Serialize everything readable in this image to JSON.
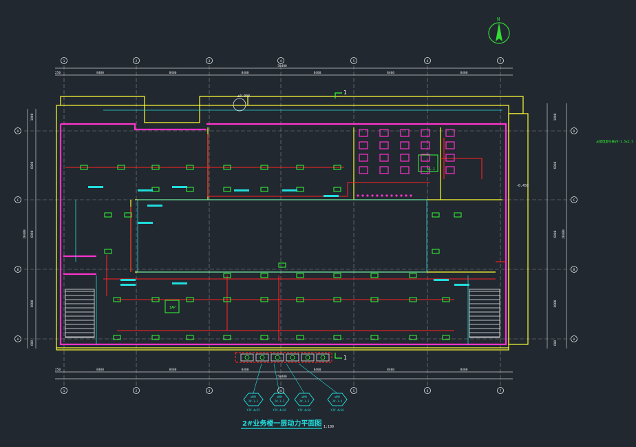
{
  "drawing": {
    "title": "2#业务楼一层动力平面图",
    "scale_note": "1:100",
    "north_label": "N",
    "section_mark": "1",
    "side_note": "从配电室引来VV-1.5x2.5",
    "colors": {
      "background": "#212830",
      "wall": "#ffff33",
      "power_line": "#ff2222",
      "pink": "#ff33cc",
      "green": "#33ff33",
      "cyan": "#22dddd",
      "white": "#e8e8e8",
      "north_green": "#33dd33"
    }
  },
  "axes": {
    "top": [
      "1",
      "2",
      "3",
      "4",
      "5",
      "6",
      "7"
    ],
    "side": [
      "A",
      "B",
      "C",
      "D"
    ]
  },
  "dims": {
    "top_spans": [
      "8400",
      "8400",
      "8400",
      "8400",
      "8400",
      "8400"
    ],
    "top_total": "50400",
    "top_edge": "250",
    "bottom_spans": [
      "8400",
      "8400",
      "8400",
      "8400",
      "8400",
      "8400"
    ],
    "bottom_total": "50400",
    "bottom_edge": "250",
    "left_spans": [
      "1800",
      "6000",
      "6000",
      "6000",
      "600"
    ],
    "left_total": "20400",
    "right_spans": [
      "1800",
      "6000",
      "6000",
      "6000",
      "600"
    ],
    "right_total": "20400"
  },
  "labels": {
    "elevation": "±0.000",
    "elevation2": "-0.450",
    "panel": "1AP",
    "cabinet": "AL-1"
  },
  "risers": [
    {
      "code": "WPM",
      "line1": "2#-1-1",
      "line2": "YJV-4x25"
    },
    {
      "code": "WPM",
      "line1": "2#-1-2",
      "line2": "YJV-4x16"
    },
    {
      "code": "WPM",
      "line1": "2#-1-3",
      "line2": "YJV-4x16"
    },
    {
      "code": "WPM",
      "line1": "2#-1-4",
      "line2": "YJV-4x16"
    }
  ]
}
